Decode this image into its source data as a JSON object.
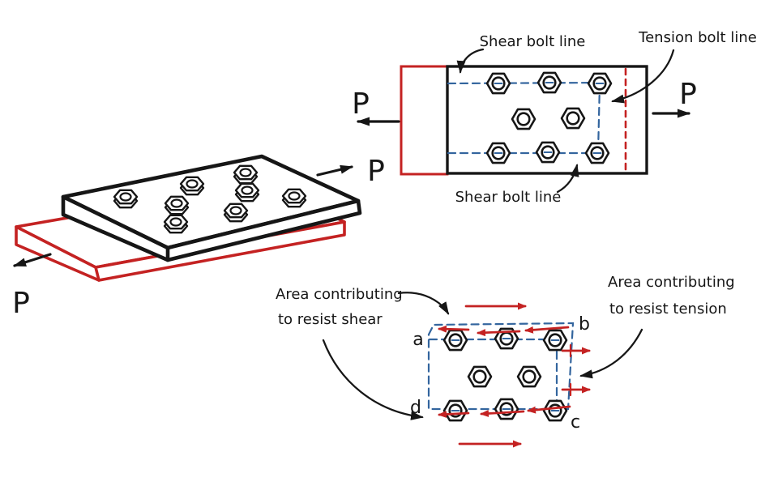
{
  "colors": {
    "ink": "#161616",
    "red": "#c42222",
    "blue": "#33659e"
  },
  "iso_view": {
    "force_left": "P",
    "force_right": "P"
  },
  "plan_view": {
    "force_left": "P",
    "force_right": "P",
    "shear_top_label": "Shear bolt line",
    "tension_label": "Tension bolt line",
    "shear_bottom_label": "Shear bolt line"
  },
  "detail_view": {
    "area_shear_label_line1": "Area contributing",
    "area_shear_label_line2": "to resist shear",
    "area_tension_label_line1": "Area contributing",
    "area_tension_label_line2": "to resist tension",
    "corners": {
      "a": "a",
      "b": "b",
      "c": "c",
      "d": "d"
    }
  }
}
